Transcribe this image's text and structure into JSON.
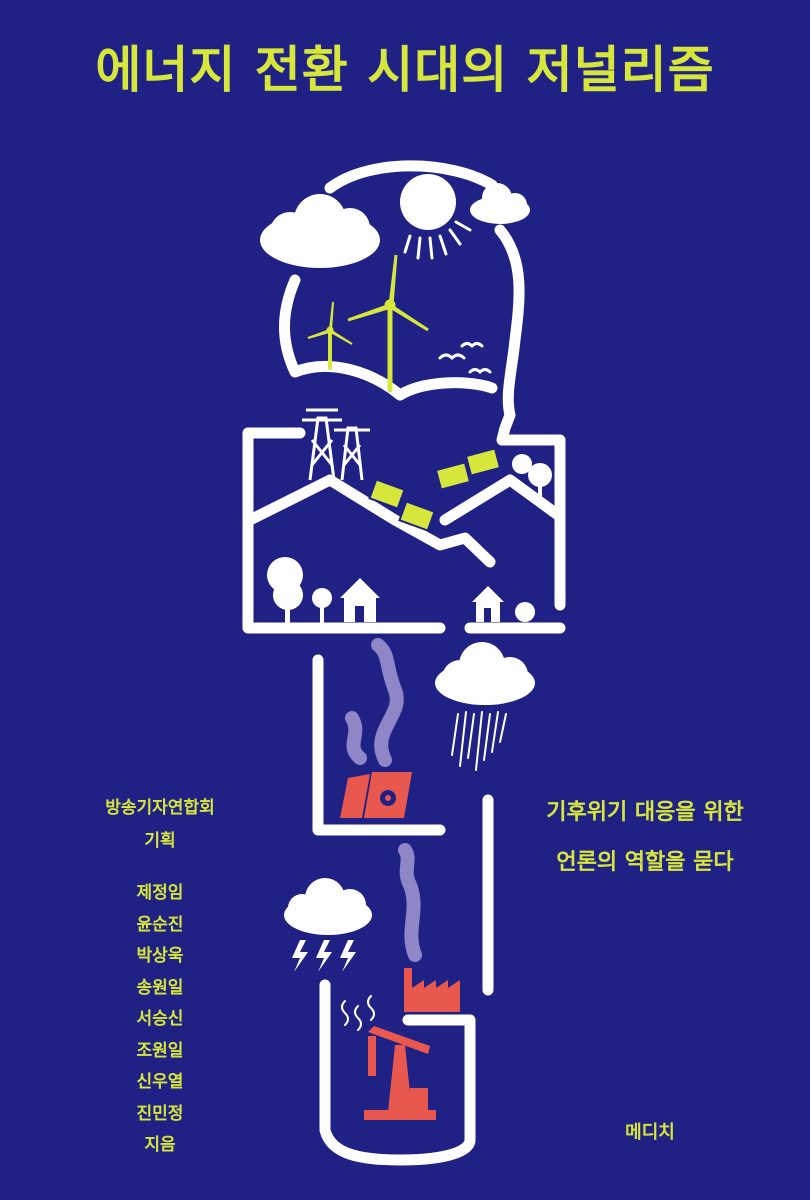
{
  "cover": {
    "title": "에너지 전환 시대의 저널리즘",
    "planner": {
      "org": "방송기자연합회",
      "role": "기획"
    },
    "authors": [
      "제정임",
      "윤순진",
      "박상욱",
      "송원일",
      "서승신",
      "조원일",
      "신우열",
      "진민정"
    ],
    "authors_suffix": "지음",
    "tagline": [
      "기후위기 대응을 위한",
      "언론의 역할을 묻다"
    ],
    "publisher": "메디치"
  },
  "colors": {
    "background": "#1f2184",
    "accent_yellow": "#d7e63a",
    "outline_white": "#ffffff",
    "industry_red": "#e8584f",
    "smoke_purple": "#8f86c8"
  },
  "icons": [
    "cloud-icon",
    "sun-icon",
    "wind-turbine-icon",
    "bird-icon",
    "transmission-tower-icon",
    "solar-panel-icon",
    "tree-icon",
    "house-icon",
    "rain-cloud-icon",
    "nuclear-plant-icon",
    "storm-cloud-icon",
    "lightning-icon",
    "factory-icon",
    "oil-pump-icon"
  ]
}
